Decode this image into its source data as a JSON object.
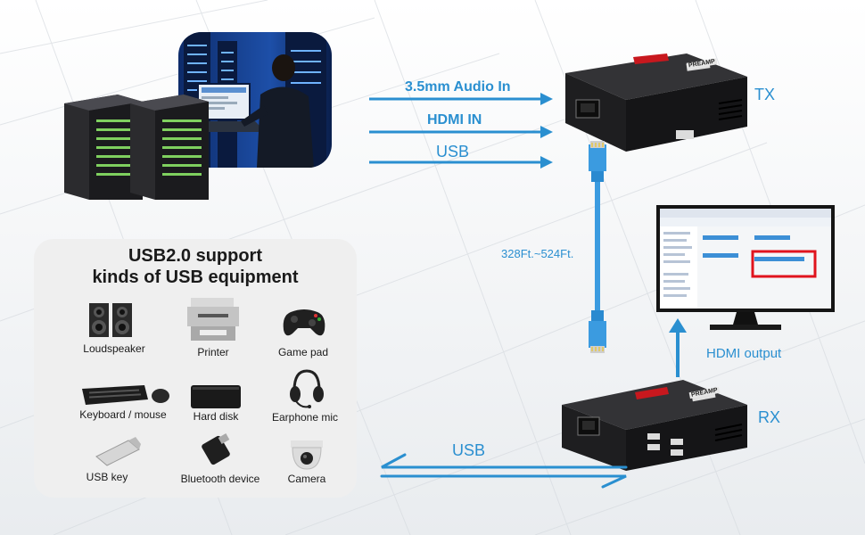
{
  "connections": {
    "audio_in": "3.5mm Audio In",
    "hdmi_in": "HDMI IN",
    "usb_top": "USB",
    "cable_length": "328Ft.~524Ft.",
    "hdmi_output": "HDMI output",
    "usb_bottom": "USB"
  },
  "units": {
    "tx": "TX",
    "rx": "RX",
    "tx_brand": "PREAMP",
    "rx_brand": "PREAMP"
  },
  "panel": {
    "title_line1": "USB2.0 support",
    "title_line2": "kinds of USB equipment",
    "devices": [
      {
        "label": "Loudspeaker"
      },
      {
        "label": "Printer"
      },
      {
        "label": "Game pad"
      },
      {
        "label": "Keyboard / mouse"
      },
      {
        "label": "Hard disk"
      },
      {
        "label": "Earphone mic"
      },
      {
        "label": "USB key"
      },
      {
        "label": "Bluetooth device"
      },
      {
        "label": "Camera"
      }
    ]
  },
  "colors": {
    "accent_blue": "#2a8fd0",
    "highlight_red": "#e0141e",
    "device_black": "#1c1c1c"
  }
}
